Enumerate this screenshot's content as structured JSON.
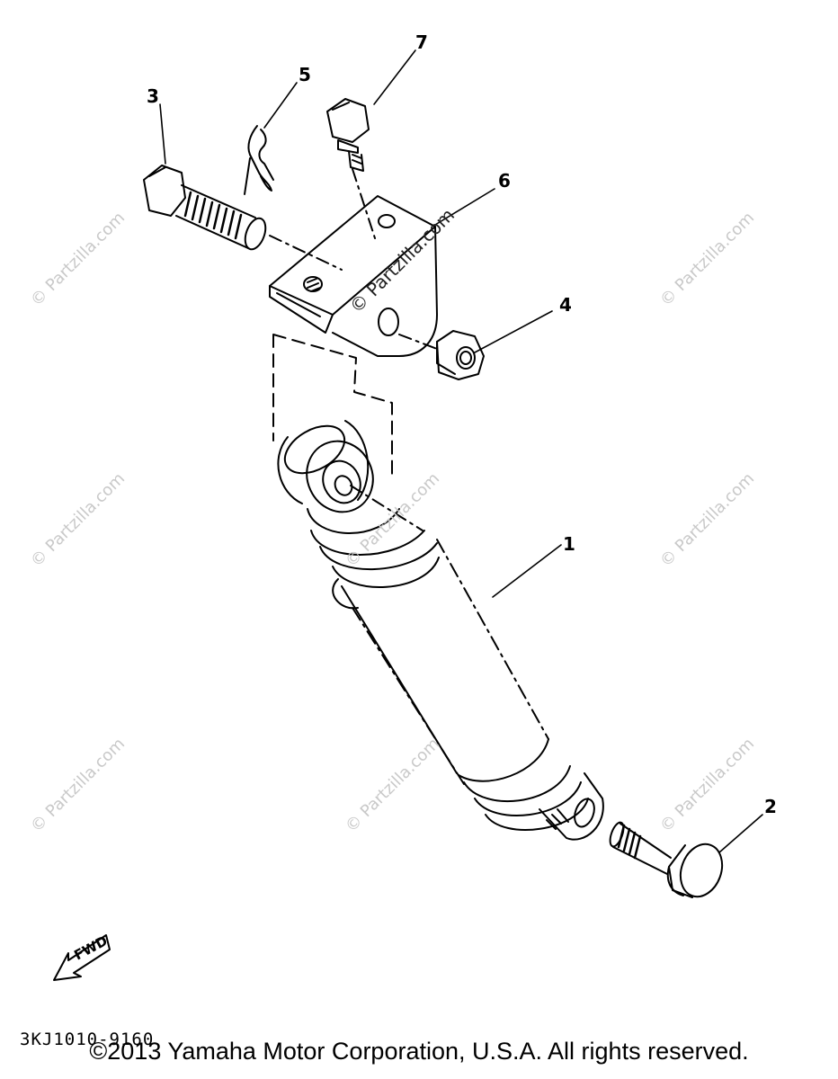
{
  "callouts": [
    {
      "id": "1",
      "label": "1"
    },
    {
      "id": "2",
      "label": "2"
    },
    {
      "id": "3",
      "label": "3"
    },
    {
      "id": "4",
      "label": "4"
    },
    {
      "id": "5",
      "label": "5"
    },
    {
      "id": "6",
      "label": "6"
    },
    {
      "id": "7",
      "label": "7"
    }
  ],
  "fwd_label": "FWD",
  "diagram_code": "3KJ1010-9160",
  "copyright": "©2013  Yamaha Motor Corporation, U.S.A. All rights reserved.",
  "watermark": "© Partzilla.com"
}
